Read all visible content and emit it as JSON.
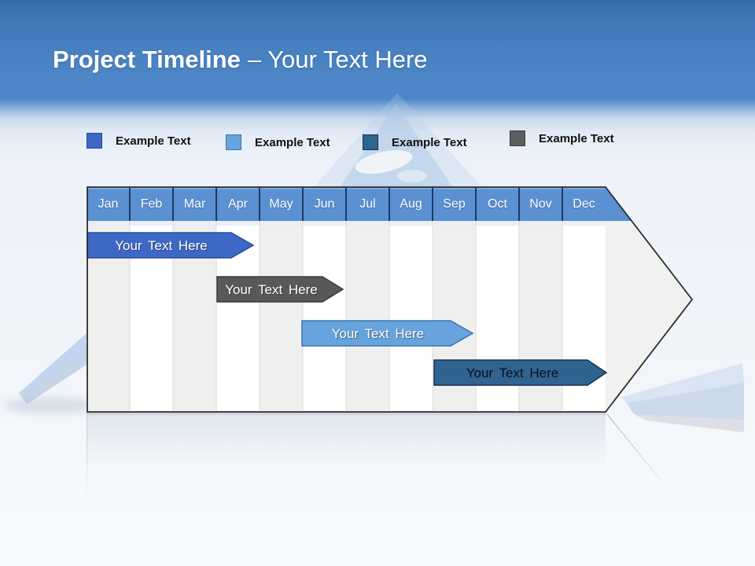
{
  "slide": {
    "kind": "presentation-slide"
  },
  "title": {
    "primary": "Project Timeline",
    "secondary": "– Your Text Here"
  },
  "legend": {
    "items": [
      {
        "label": "Example Text",
        "color": "#3e68c6"
      },
      {
        "label": "Example Text",
        "color": "#67a3dc"
      },
      {
        "label": "Example Text",
        "color": "#2f6390"
      },
      {
        "label": "Example Text",
        "color": "#5e5e5e"
      }
    ]
  },
  "chart_data": {
    "type": "bar",
    "subtype": "gantt-timeline",
    "title": "Project Timeline – Your Text Here",
    "x_categories": [
      "Jan",
      "Feb",
      "Mar",
      "Apr",
      "May",
      "Jun",
      "Jul",
      "Aug",
      "Sep",
      "Oct",
      "Nov",
      "Dec"
    ],
    "tasks": [
      {
        "label": "Your Text Here",
        "start": "Jan",
        "end": "Apr",
        "row": 1,
        "color": "#3e68c6"
      },
      {
        "label": "Your Text Here",
        "start": "Apr",
        "end": "Jun",
        "row": 2,
        "color": "#595959"
      },
      {
        "label": "Your Text Here",
        "start": "Jun",
        "end": "Sep",
        "row": 3,
        "color": "#67a3dc"
      },
      {
        "label": "Your Text Here",
        "start": "Sep",
        "end": "Dec",
        "row": 4,
        "color": "#2f6390"
      }
    ],
    "header_color": "#5b90d2",
    "grid": "vertical-month-columns",
    "legend_position": "top",
    "shape": "right-arrow-container"
  },
  "icons": {
    "watermark": "paper-airplane"
  }
}
